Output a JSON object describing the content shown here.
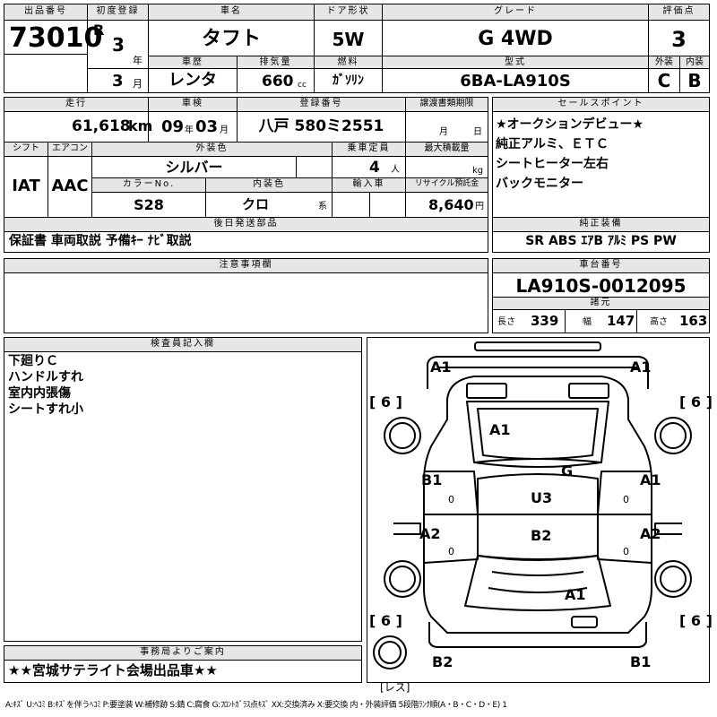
{
  "header": {
    "lot_no_label": "出品番号",
    "lot_no": "73010",
    "first_reg_label": "初度登録",
    "era": "R",
    "year_num": "3",
    "year_unit": "年",
    "month_num": "3",
    "month_unit": "月",
    "name_label": "車名",
    "name": "タフト",
    "door_label": "ドア形状",
    "door": "5W",
    "grade_label": "グレード",
    "grade": "G 4WD",
    "score_label": "評価点",
    "score": "3",
    "history_label": "車歴",
    "history": "レンタ",
    "displacement_label": "排気量",
    "displacement": "660",
    "displacement_unit": "cc",
    "fuel_label": "燃料",
    "fuel": "ｶﾞｿﾘﾝ",
    "model_label": "型式",
    "model": "6BA-LA910S",
    "ext_label": "外装",
    "ext": "C",
    "int_label": "内装",
    "int": "B"
  },
  "row2": {
    "mileage_label": "走行",
    "mileage": "61,618",
    "mileage_unit": "km",
    "inspection_label": "車検",
    "insp_year": "09",
    "insp_year_unit": "年",
    "insp_month": "03",
    "insp_month_unit": "月",
    "plate_label": "登録番号",
    "plate": "八戸 580ミ2551",
    "transfer_label": "譲渡書類期限",
    "transfer_month": "月",
    "transfer_day": "日",
    "shift_label": "シフト",
    "shift": "IAT",
    "ac_label": "エアコン",
    "ac": "AAC",
    "color_label": "外装色",
    "color": "シルバー",
    "capacity_label": "乗車定員",
    "capacity": "4",
    "capacity_unit": "人",
    "load_label": "最大積載量",
    "load_unit": "kg",
    "color_no_label": "カラーNo.",
    "color_no": "S28",
    "interior_color_label": "内装色",
    "interior_color": "クロ",
    "interior_color_unit": "系",
    "import_label": "輸入車",
    "recycle_label": "リサイクル預託金",
    "recycle": "8,640",
    "recycle_unit": "円",
    "later_label": "後日発送部品",
    "later": "保証書 車両取説 予備ｷｰ ﾅﾋﾞ取説"
  },
  "sales_point": {
    "label": "セールスポイント",
    "lines": [
      "★オークションデビュー★",
      "純正アルミ、ＥＴＣ",
      "シートヒーター左右",
      "バックモニター"
    ]
  },
  "equipment": {
    "label": "純正装備",
    "value": "SR ABS ｴｱB ｱﾙﾐ PS PW"
  },
  "notes": {
    "label": "注意事項欄"
  },
  "chassis": {
    "label": "車台番号",
    "value": "LA910S-0012095",
    "dims_label": "諸元",
    "length_label": "長さ",
    "length": "339",
    "width_label": "幅",
    "width": "147",
    "height_label": "高さ",
    "height": "163"
  },
  "inspector": {
    "label": "検査員記入欄",
    "lines": [
      "下廻りＣ",
      "ハンドルすれ",
      "室内内張傷",
      "シートすれ小"
    ]
  },
  "office": {
    "label": "事務局よりご案内",
    "value": "★★宮城サテライト会場出品車★★"
  },
  "diagram": {
    "marks": {
      "front_left": "A1",
      "front_right": "A1",
      "hood": "A1",
      "roof": "G",
      "left_front_door": "B1",
      "left_rear_door": "A2",
      "right_front_door": "A1",
      "right_rear_door": "A2",
      "center": "U3",
      "rear_center": "B2",
      "trunk": "A1",
      "rear_left": "B2",
      "rear_right": "B1",
      "zero_1": "0",
      "zero_2": "0",
      "zero_3": "0",
      "zero_4": "0"
    },
    "tires": {
      "fl": "6",
      "fr": "6",
      "rl": "6",
      "rr": "6"
    },
    "spare": "レス"
  },
  "legend": "A:ｷｽﾞ U:ﾍｺﾐ B:ｷｽﾞを伴うﾍｺﾐ P:要塗装 W:補修跡 S:錆 C:腐食 G:ﾌﾛﾝﾄｶﾞﾗｽ点ｷｽﾞ XX:交換済み X:要交換 内・外装評価 5段階ﾗﾝｸ順(A・B・C・D・E) 1"
}
